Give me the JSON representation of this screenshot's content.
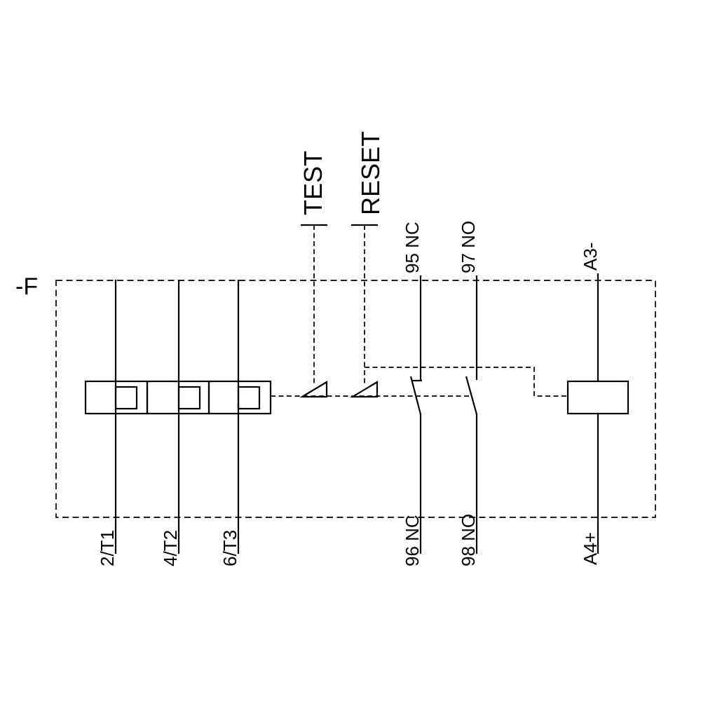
{
  "diagram": {
    "type": "overload-relay-wiring-schematic",
    "colors": {
      "line": "#000000",
      "background": "#ffffff"
    }
  },
  "labels": {
    "device": "-F",
    "test": "TEST",
    "reset": "RESET",
    "top": [
      "95 NC",
      "97 NO",
      "A3-"
    ],
    "bottom_main": [
      "2/T1",
      "4/T2",
      "6/T3"
    ],
    "bottom_aux": [
      "96 NC",
      "98 NO",
      "A4+"
    ]
  }
}
